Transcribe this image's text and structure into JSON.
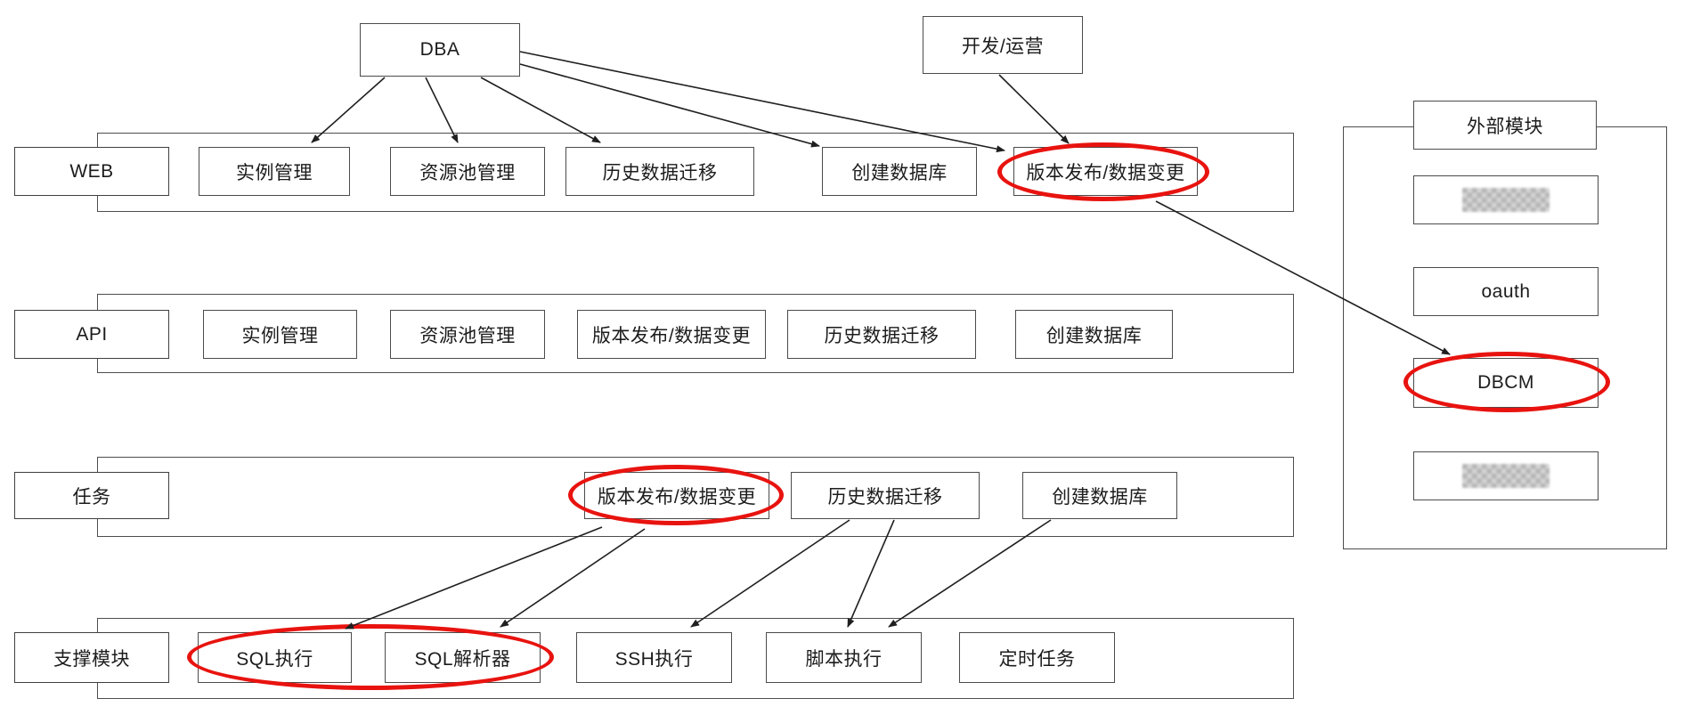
{
  "colors": {
    "highlight_red": "#e8130f",
    "line_black": "#1f1f1f",
    "box_border": "#4b4b4b",
    "background": "#ffffff",
    "redacted_gray": "#b8b8b8"
  },
  "top_nodes": {
    "dba": {
      "label": "DBA"
    },
    "dev_ops": {
      "label": "开发/运营"
    }
  },
  "rows": {
    "web": {
      "label": "WEB",
      "items": [
        {
          "label": "实例管理"
        },
        {
          "label": "资源池管理"
        },
        {
          "label": "历史数据迁移"
        },
        {
          "label": "创建数据库"
        },
        {
          "label": "版本发布/数据变更",
          "highlighted": true
        }
      ]
    },
    "api": {
      "label": "API",
      "items": [
        {
          "label": "实例管理"
        },
        {
          "label": "资源池管理"
        },
        {
          "label": "版本发布/数据变更"
        },
        {
          "label": "历史数据迁移"
        },
        {
          "label": "创建数据库"
        }
      ]
    },
    "task": {
      "label": "任务",
      "items": [
        {
          "label": "版本发布/数据变更",
          "highlighted": true
        },
        {
          "label": "历史数据迁移"
        },
        {
          "label": "创建数据库"
        }
      ]
    },
    "support": {
      "label": "支撑模块",
      "items": [
        {
          "label": "SQL执行",
          "highlighted": true
        },
        {
          "label": "SQL解析器",
          "highlighted": true
        },
        {
          "label": "SSH执行"
        },
        {
          "label": "脚本执行"
        },
        {
          "label": "定时任务"
        }
      ]
    }
  },
  "external": {
    "title": "外部模块",
    "items": [
      {
        "label": "",
        "redacted": true
      },
      {
        "label": "oauth"
      },
      {
        "label": "DBCM",
        "highlighted": true
      },
      {
        "label": "",
        "redacted": true
      }
    ]
  },
  "connections": [
    {
      "from": "DBA",
      "to": "WEB/实例管理"
    },
    {
      "from": "DBA",
      "to": "WEB/资源池管理"
    },
    {
      "from": "DBA",
      "to": "WEB/历史数据迁移"
    },
    {
      "from": "DBA",
      "to": "WEB/创建数据库"
    },
    {
      "from": "DBA",
      "to": "WEB/版本发布/数据变更"
    },
    {
      "from": "开发/运营",
      "to": "WEB/版本发布/数据变更"
    },
    {
      "from": "WEB/版本发布/数据变更",
      "to": "外部模块/DBCM"
    },
    {
      "from": "任务/版本发布/数据变更",
      "to": "支撑模块/SQL执行"
    },
    {
      "from": "任务/版本发布/数据变更",
      "to": "支撑模块/SQL解析器"
    },
    {
      "from": "任务/历史数据迁移",
      "to": "支撑模块/SSH执行"
    },
    {
      "from": "任务/历史数据迁移",
      "to": "支撑模块/脚本执行"
    },
    {
      "from": "任务/创建数据库",
      "to": "支撑模块/脚本执行"
    }
  ]
}
